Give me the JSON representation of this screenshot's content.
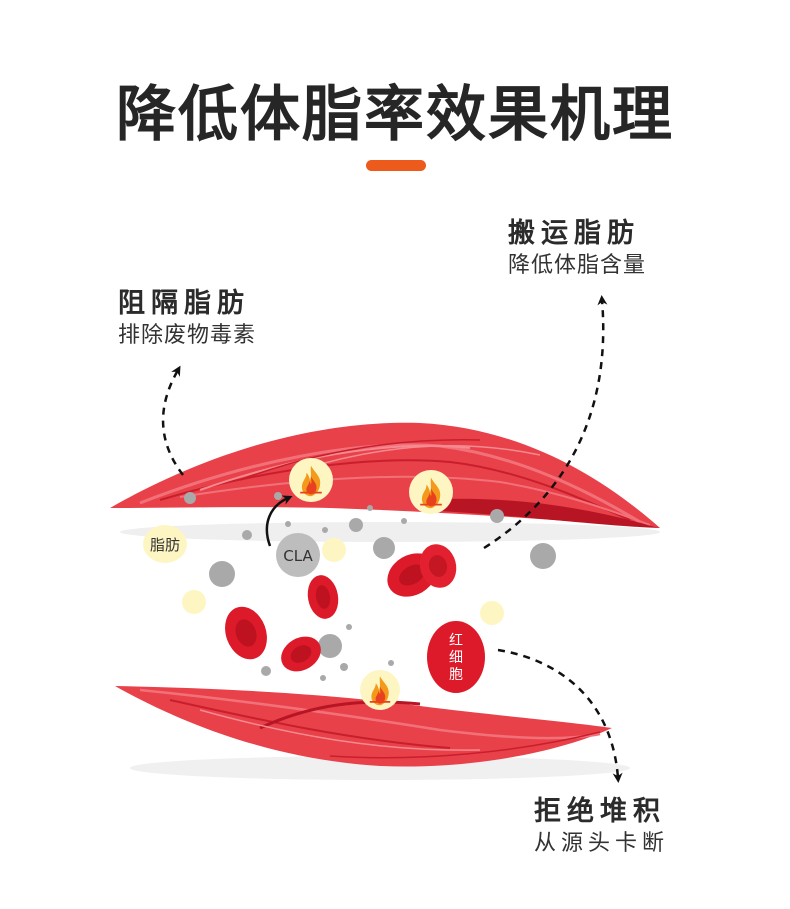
{
  "title": "降低体脂率效果机理",
  "callouts": {
    "block_fat": {
      "heading": "阻隔脂肪",
      "sub": "排除废物毒素"
    },
    "carry_fat": {
      "heading": "搬运脂肪",
      "sub": "降低体脂含量"
    },
    "reject_accumulation": {
      "heading": "拒绝堆积",
      "sub": "从源头卡断"
    }
  },
  "labels": {
    "fat": "脂肪",
    "cla": "CLA",
    "rbc_line1": "红",
    "rbc_line2": "细",
    "rbc_line3": "胞"
  },
  "colors": {
    "accent": "#ec5a1c",
    "muscle": "#e8414a",
    "muscle_dark": "#c91e2c",
    "rbc": "#dd1a2a",
    "fat_yellow": "#fdf6c3",
    "particle_gray": "#a9a9a9"
  },
  "icons": {
    "fire": "fire-icon",
    "arrow": "dashed-arrow-icon"
  }
}
